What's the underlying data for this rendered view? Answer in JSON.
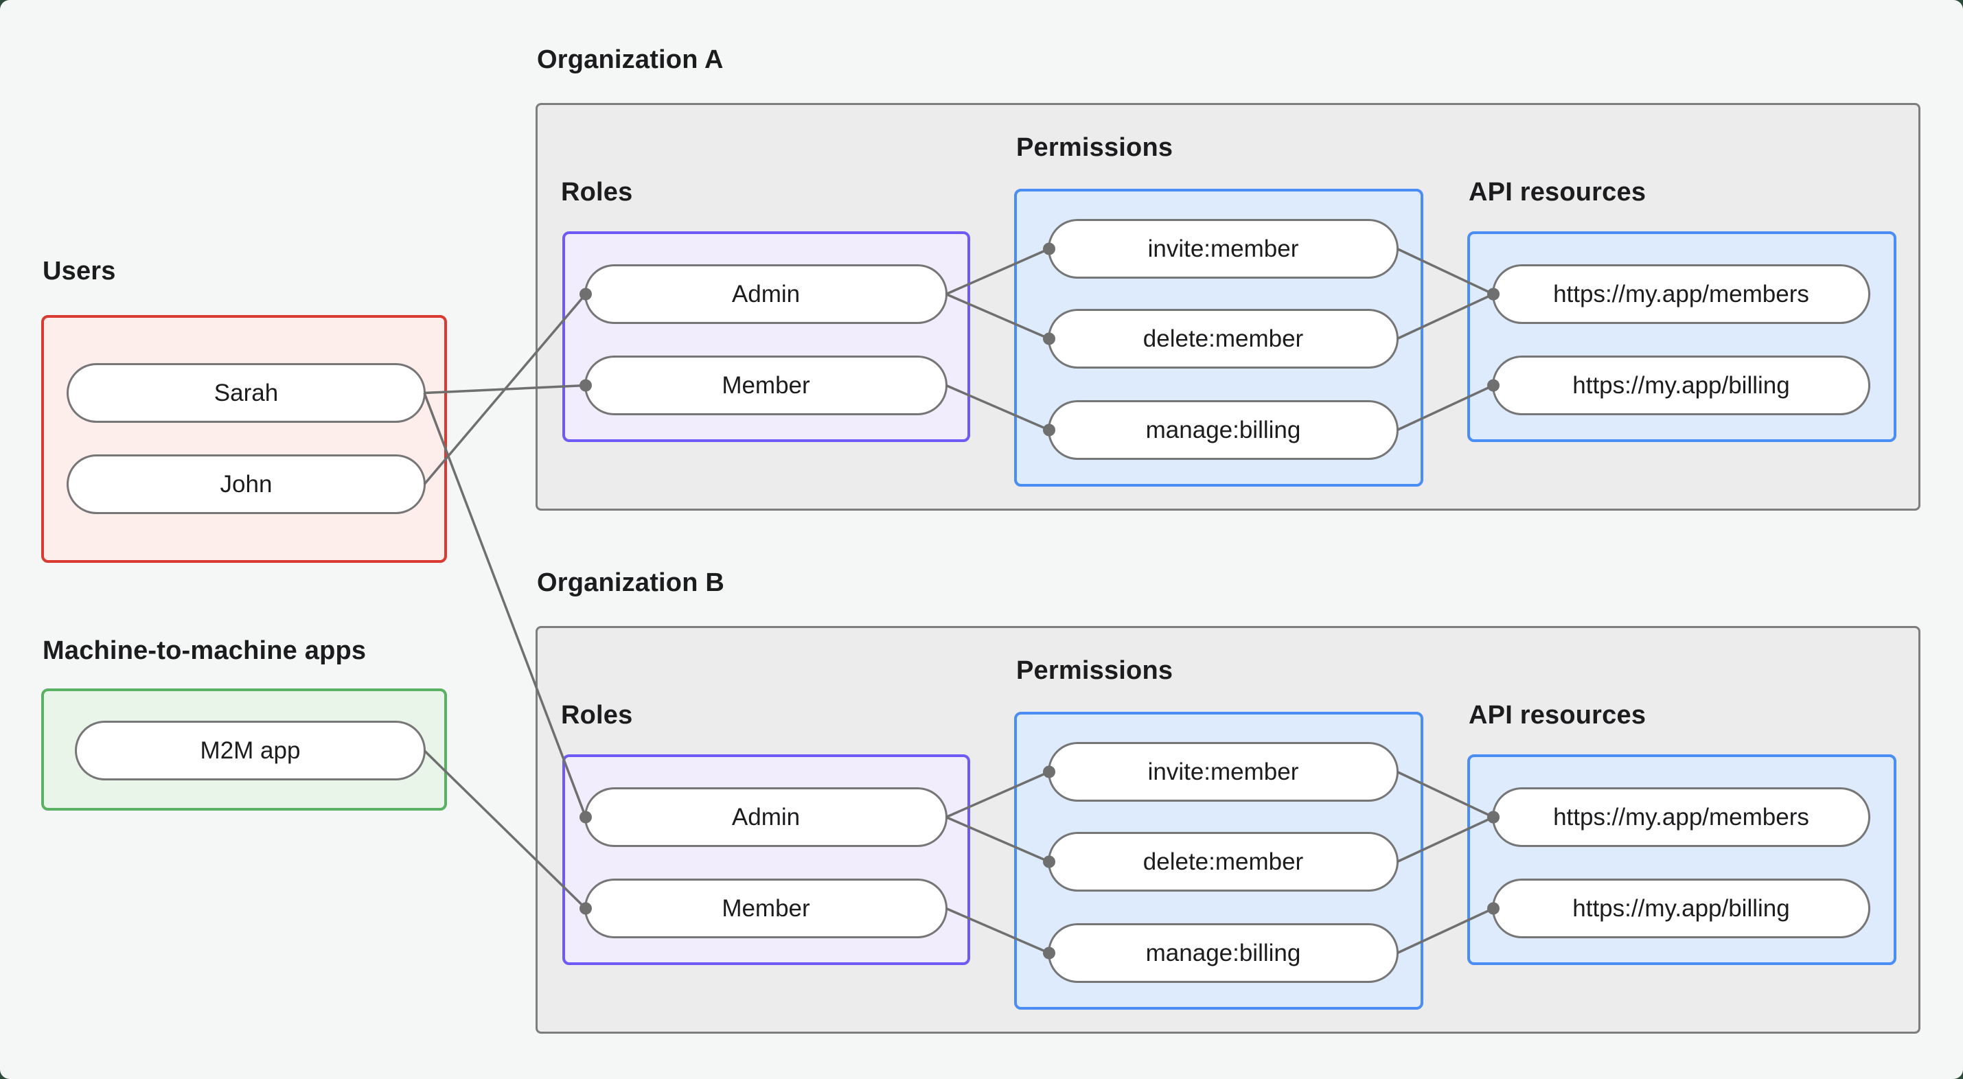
{
  "colors": {
    "backdrop": "#2c4c3b",
    "canvas_bg": "#f5f7f6",
    "text": "#1c1c1e",
    "users_border": "#d93a31",
    "users_bg": "#fdeeec",
    "m2m_border": "#5bb163",
    "m2m_bg": "#eaf5ea",
    "roles_border": "#6e5bf5",
    "roles_bg": "#f2edfc",
    "permissions_border": "#4a8df5",
    "permissions_bg": "#ddebfc",
    "api_border": "#4a8df5",
    "api_bg": "#ddebfc",
    "org_border": "#7d7d7d",
    "org_bg": "#ececec",
    "node_border": "#767676",
    "node_bg": "#ffffff",
    "edge": "#6f6f6f"
  },
  "users_section": {
    "title": "Users",
    "items": [
      "Sarah",
      "John"
    ]
  },
  "m2m_section": {
    "title": "Machine-to-machine apps",
    "items": [
      "M2M app"
    ]
  },
  "organizations": [
    {
      "title": "Organization A",
      "roles_label": "Roles",
      "permissions_label": "Permissions",
      "api_label": "API resources",
      "roles": [
        "Admin",
        "Member"
      ],
      "permissions": [
        "invite:member",
        "delete:member",
        "manage:billing"
      ],
      "api_resources": [
        "https://my.app/members",
        "https://my.app/billing"
      ]
    },
    {
      "title": "Organization B",
      "roles_label": "Roles",
      "permissions_label": "Permissions",
      "api_label": "API resources",
      "roles": [
        "Admin",
        "Member"
      ],
      "permissions": [
        "invite:member",
        "delete:member",
        "manage:billing"
      ],
      "api_resources": [
        "https://my.app/members",
        "https://my.app/billing"
      ]
    }
  ],
  "connections": [
    {
      "from": "user-sarah",
      "to": "orgA-role-member"
    },
    {
      "from": "user-john",
      "to": "orgA-role-admin"
    },
    {
      "from": "user-sarah",
      "to": "orgB-role-admin"
    },
    {
      "from": "m2m-app",
      "to": "orgB-role-member"
    },
    {
      "from": "orgA-role-admin",
      "to": "orgA-perm-invite"
    },
    {
      "from": "orgA-role-admin",
      "to": "orgA-perm-delete"
    },
    {
      "from": "orgA-role-member",
      "to": "orgA-perm-manage"
    },
    {
      "from": "orgA-perm-invite",
      "to": "orgA-api-members"
    },
    {
      "from": "orgA-perm-delete",
      "to": "orgA-api-members"
    },
    {
      "from": "orgA-perm-manage",
      "to": "orgA-api-billing"
    },
    {
      "from": "orgB-role-admin",
      "to": "orgB-perm-invite"
    },
    {
      "from": "orgB-role-admin",
      "to": "orgB-perm-delete"
    },
    {
      "from": "orgB-role-member",
      "to": "orgB-perm-manage"
    },
    {
      "from": "orgB-perm-invite",
      "to": "orgB-api-members"
    },
    {
      "from": "orgB-perm-delete",
      "to": "orgB-api-members"
    },
    {
      "from": "orgB-perm-manage",
      "to": "orgB-api-billing"
    }
  ]
}
